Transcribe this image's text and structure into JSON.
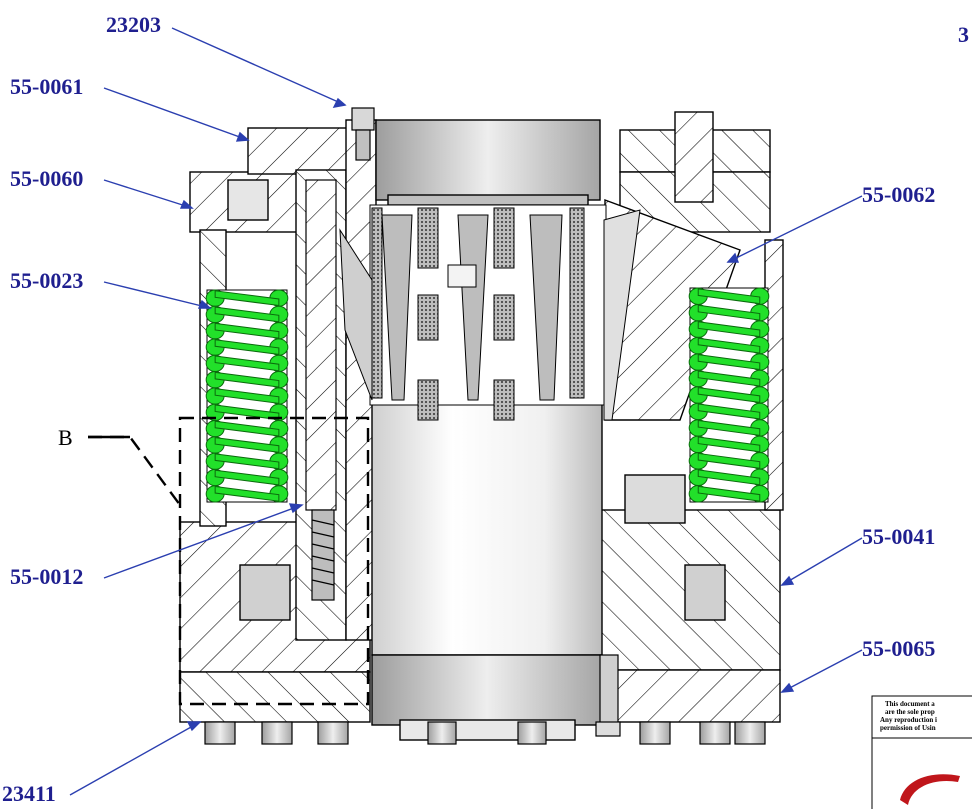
{
  "colors": {
    "callout": "#1f1f8f",
    "leader": "#2b3fb0",
    "spring": "#22e02a",
    "spring_dark": "#0a6a0c",
    "metal_light": "#f2f2f2",
    "metal_mid": "#c8c8c8",
    "outline": "#000000"
  },
  "callouts": [
    {
      "id": "23203",
      "text": "23203"
    },
    {
      "id": "55-0061",
      "text": "55-0061"
    },
    {
      "id": "55-0060",
      "text": "55-0060"
    },
    {
      "id": "55-0023",
      "text": "55-0023"
    },
    {
      "id": "55-0012",
      "text": "55-0012"
    },
    {
      "id": "23411",
      "text": "23411"
    },
    {
      "id": "55-0062",
      "text": "55-0062"
    },
    {
      "id": "55-0041",
      "text": "55-0041"
    },
    {
      "id": "55-0065",
      "text": "55-0065"
    },
    {
      "id": "corner",
      "text": "3"
    }
  ],
  "detail_label": "B",
  "notice_lines": [
    "This document a",
    "are the sole prop",
    "Any reproduction i",
    "permission of Usin"
  ]
}
